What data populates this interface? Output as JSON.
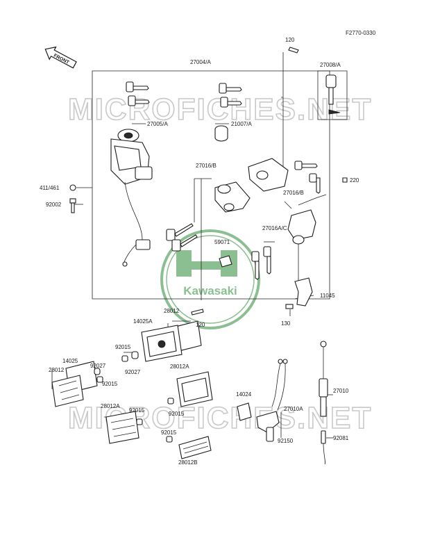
{
  "ref_code": "F2770-0330",
  "front_label": "FRONT",
  "watermark": {
    "text": "MICROFICHES.NET",
    "logo_text": "Kawasaki",
    "color": "#2e8b3a"
  },
  "labels": {
    "l120_top": "120",
    "l27004a": "27004/A",
    "l27008a": "27008/A",
    "l27005a": "27005/A",
    "l21007a": "21007/A",
    "l27016b_top": "27016/B",
    "l27016b_right": "27016/B",
    "l220": "220",
    "l411_461": "411/461",
    "l92002": "92002",
    "l27016ac": "27016A/C",
    "l59071": "59071",
    "l11045": "11045",
    "l130": "130",
    "l28012_top": "28012",
    "l120_bottom": "120",
    "l14025a": "14025A",
    "l92015_a": "92015",
    "l92027_a": "92027",
    "l14025": "14025",
    "l28012_left": "28012",
    "l92027_b": "92027",
    "l92015_b": "92015",
    "l28012a_right": "28012A",
    "l92015_c": "92015",
    "l28012a_left": "28012A",
    "l92015_d": "92015",
    "l92015_e": "92015",
    "l28012b": "28012B",
    "l14024": "14024",
    "l27010a": "27010A",
    "l92150": "92150",
    "l27010": "27010",
    "l92081": "92081"
  }
}
